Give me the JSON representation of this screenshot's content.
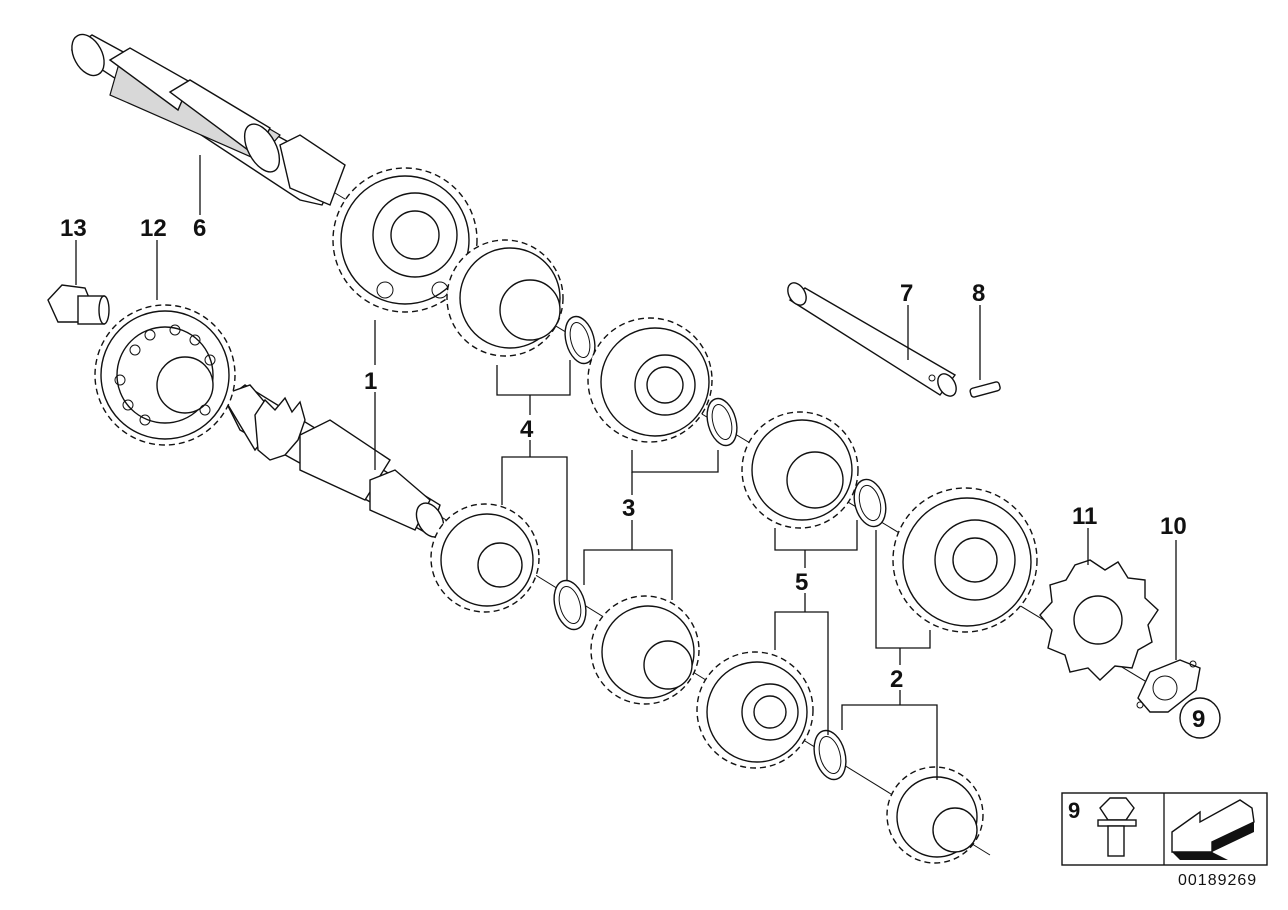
{
  "diagram": {
    "document_number": "00189269",
    "callouts": [
      {
        "id": "c1",
        "label": "1"
      },
      {
        "id": "c2",
        "label": "2"
      },
      {
        "id": "c3",
        "label": "3"
      },
      {
        "id": "c4",
        "label": "4"
      },
      {
        "id": "c5",
        "label": "5"
      },
      {
        "id": "c6",
        "label": "6"
      },
      {
        "id": "c7",
        "label": "7"
      },
      {
        "id": "c8",
        "label": "8"
      },
      {
        "id": "c9",
        "label": "9"
      },
      {
        "id": "c10",
        "label": "10"
      },
      {
        "id": "c11",
        "label": "11"
      },
      {
        "id": "c12",
        "label": "12"
      },
      {
        "id": "c13",
        "label": "13"
      }
    ],
    "legend": {
      "ref_label": "9"
    }
  }
}
